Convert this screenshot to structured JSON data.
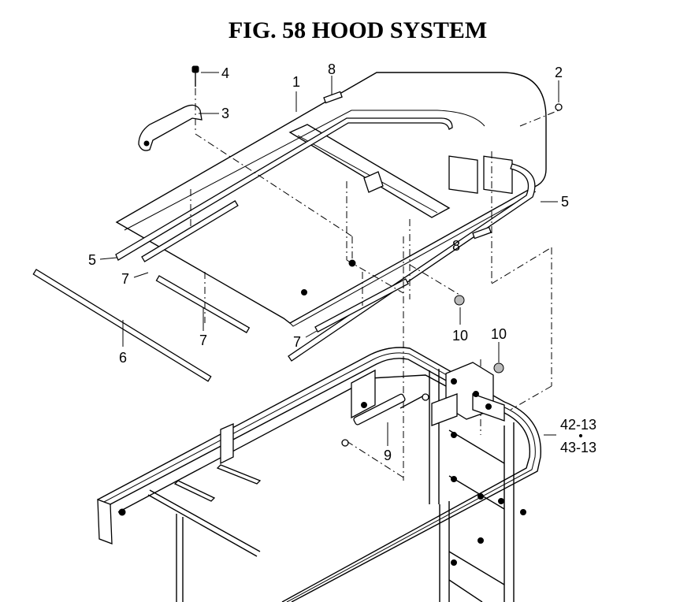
{
  "title": "FIG. 58  HOOD SYSTEM",
  "callouts": {
    "c1": "1",
    "c2": "2",
    "c3": "3",
    "c4": "4",
    "c5a": "5",
    "c5b": "5",
    "c6": "6",
    "c7a": "7",
    "c7b": "7",
    "c7c": "7",
    "c8a": "8",
    "c8b": "8",
    "c9": "9",
    "c10a": "10",
    "c10b": "10",
    "c42": "42-13",
    "c43": "43-13"
  },
  "colors": {
    "ink": "#000000",
    "paper": "#ffffff"
  }
}
